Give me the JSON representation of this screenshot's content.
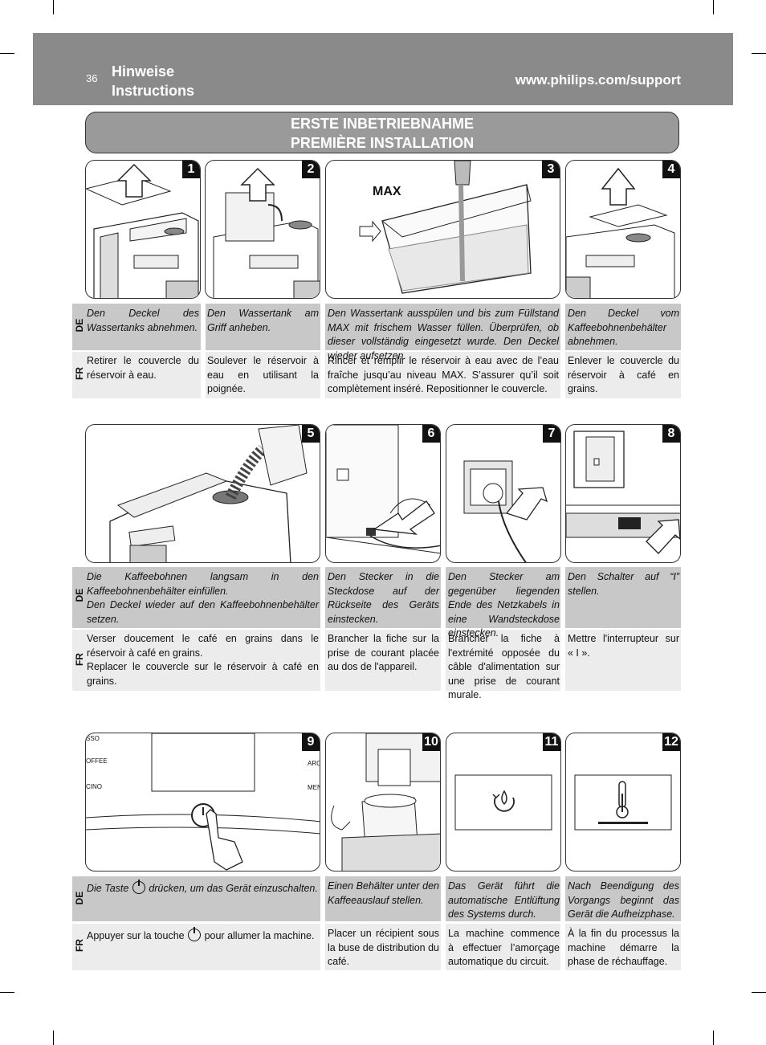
{
  "header": {
    "page_number": "36",
    "title_de": "Hinweise",
    "title_en": "Instructions",
    "url": "www.philips.com/support"
  },
  "banner": {
    "line1": "ERSTE INBETRIEBNAHME",
    "line2": "PREMIÈRE INSTALLATION"
  },
  "languages": {
    "de": "DE",
    "fr": "FR"
  },
  "panels": {
    "p3_label": "MAX"
  },
  "steps": [
    {
      "num": "1",
      "de": "Den Deckel des Wassertanks abnehmen.",
      "fr": "Retirer le couvercle du réservoir à eau."
    },
    {
      "num": "2",
      "de": "Den Wassertank am Griff anheben.",
      "fr": "Soulever le réservoir à eau en utilisant la poignée."
    },
    {
      "num": "3",
      "de": "Den Wassertank ausspülen und bis zum Füllstand MAX mit frischem Wasser füllen. Überprüfen, ob dieser vollständig eingesetzt wurde. Den Deckel wieder aufsetzen.",
      "fr": "Rincer et remplir le réservoir à eau avec de l’eau fraîche jusqu’au niveau MAX. S’assurer qu’il soit complètement inséré. Repositionner le couvercle."
    },
    {
      "num": "4",
      "de": "Den Deckel vom Kaffeebohnenbehälter abnehmen.",
      "fr": "Enlever le couvercle du réservoir à café en grains."
    },
    {
      "num": "5",
      "de": "Die Kaffeebohnen langsam in den Kaffeebohnenbehälter einfüllen.",
      "de2": "Den Deckel wieder auf den Kaffeebohnenbehälter setzen.",
      "fr": "Verser doucement le café en grains dans le réservoir à café en grains.",
      "fr2": "Replacer le couvercle sur le réservoir à café en grains."
    },
    {
      "num": "6",
      "de": "Den Stecker in die Steckdose auf der Rückseite des Geräts einstecken.",
      "fr": "Brancher la fiche sur la prise de courant placée au dos de l'appareil."
    },
    {
      "num": "7",
      "de": "Den Stecker am gegenüber liegenden Ende des Netzkabels in eine Wandsteckdose einstecken.",
      "fr": "Brancher la fiche à l'extrémité opposée du câble d'alimentation sur une prise de courant murale."
    },
    {
      "num": "8",
      "de": "Den Schalter auf “I” stellen.",
      "fr": "Mettre l'interrupteur sur « I »."
    },
    {
      "num": "9",
      "de_a": "Die Taste",
      "de_b": "drücken, um das Gerät einzuschalten.",
      "fr_a": "Appuyer sur la touche",
      "fr_b": "pour allumer la machine."
    },
    {
      "num": "10",
      "de": "Einen Behälter unter den Kaffeeauslauf stellen.",
      "fr": "Placer un récipient sous la buse de distribution du café."
    },
    {
      "num": "11",
      "de": "Das Gerät führt die automatische Entlüftung des Systems durch.",
      "fr": "La machine commence à effectuer l’amorçage automatique du circuit."
    },
    {
      "num": "12",
      "de": "Nach Beendigung des Vorgangs beginnt das Gerät die Aufheizphase.",
      "fr": "À la fin du processus la machine démarre la phase de réchauffage."
    }
  ],
  "panel9_menu": {
    "left": [
      "SSO",
      "OFFEE",
      "CINO"
    ],
    "right": [
      "ARO",
      "MEN"
    ]
  }
}
